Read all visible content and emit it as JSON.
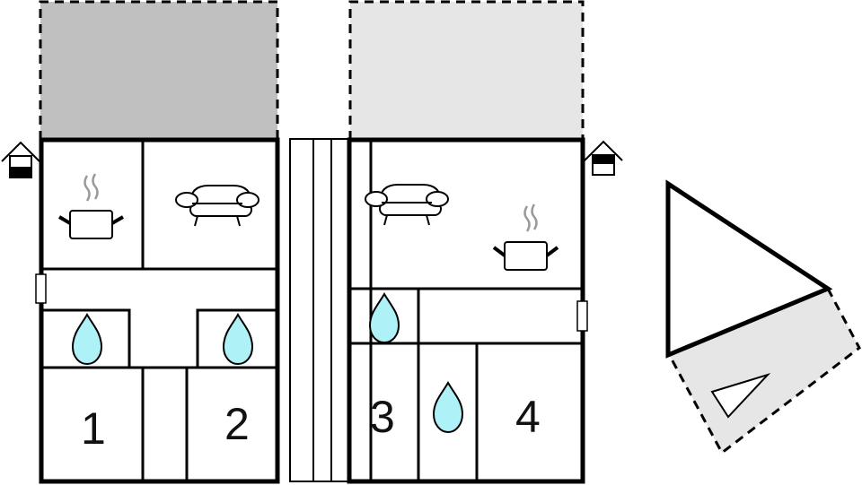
{
  "diagram": {
    "type": "floor-plan",
    "colors": {
      "wall": "#000000",
      "terrace_dark": "#c0c0c0",
      "terrace_light": "#e6e6e6",
      "water": "#aef2f8",
      "steam": "#999999",
      "background": "#ffffff"
    },
    "units": [
      {
        "name": "left-unit",
        "rooms": [
          "kitchen",
          "living-room",
          "hallway",
          "bathroom",
          "bathroom",
          "bedroom",
          "bedroom"
        ],
        "bedrooms": [
          {
            "label": "1"
          },
          {
            "label": "2"
          }
        ]
      },
      {
        "name": "right-unit",
        "rooms": [
          "living-kitchen",
          "bathroom",
          "hallway",
          "bedroom",
          "bathroom",
          "bedroom"
        ],
        "bedrooms": [
          {
            "label": "3"
          },
          {
            "label": "4"
          }
        ]
      }
    ],
    "labels": {
      "room1": "1",
      "room2": "2",
      "room3": "3",
      "room4": "4"
    },
    "icons": [
      "entrance-icon",
      "kitchen-pot-icon",
      "sofa-icon",
      "water-drop-icon",
      "door-marker-icon"
    ],
    "compass": {
      "shape": "triangle",
      "terrace": "dashed-rectangle"
    }
  }
}
